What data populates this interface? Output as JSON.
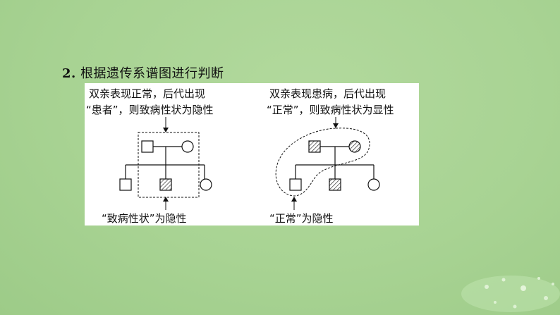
{
  "heading": {
    "number": "2.",
    "title": "根据遗传系谱图进行判断"
  },
  "left": {
    "caption_line1": "双亲表现正常，后代出现",
    "caption_line2": "“患者”，则致病性状为隐性",
    "conclusion": "“致病性状”为隐性"
  },
  "right": {
    "caption_line1": "双亲表现患病，后代出现",
    "caption_line2": "“正常”，则致病性状为显性",
    "conclusion": "“正常”为隐性"
  },
  "colors": {
    "background": "#a9d494",
    "panel": "#ffffff",
    "ink": "#111111"
  }
}
